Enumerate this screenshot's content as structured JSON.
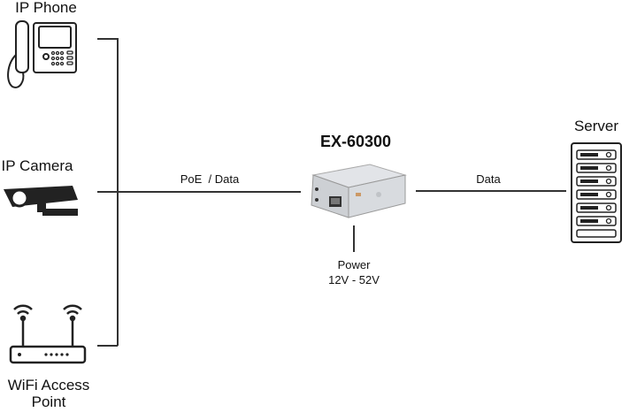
{
  "devices": {
    "ip_phone": "IP Phone",
    "ip_camera": "IP Camera",
    "wifi_line1": "WiFi Access",
    "wifi_line2": "Point",
    "server": "Server",
    "product": "EX-60300"
  },
  "links": {
    "poe_data": "PoE  / Data",
    "data": "Data",
    "power_line1": "Power",
    "power_line2": "12V - 52V"
  }
}
